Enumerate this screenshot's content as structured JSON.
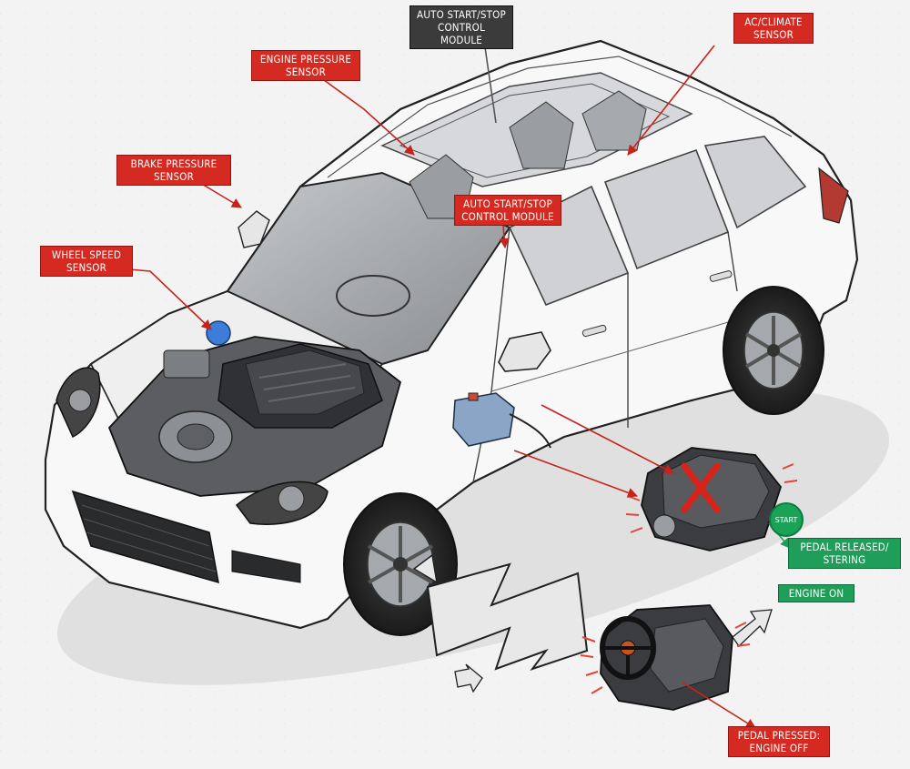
{
  "labels": {
    "auto_start_stop_top": [
      "AUTO START/STOP",
      "CONTROL MODULE"
    ],
    "ac_climate": [
      "AC/CLIMATE",
      "SENSOR"
    ],
    "engine_pressure": [
      "ENGINE PRESSURE",
      "SENSOR"
    ],
    "brake_pressure": [
      "BRAKE PRESSURE",
      "SENSOR"
    ],
    "wheel_speed": [
      "WHEEL SPEED",
      "SENSOR"
    ],
    "auto_start_stop_center": [
      "AUTO START/STOP",
      "CONTROL MODULE"
    ],
    "start_badge": "START",
    "pedal_released": [
      "PEDAL RELEASED/",
      "STERING"
    ],
    "engine_on": "ENGINE ON",
    "pedal_pressed": [
      "PEDAL PRESSED:",
      "ENGINE OFF"
    ]
  },
  "colors": {
    "sensor_red": "#d42a22",
    "module_dark": "#3b3b3b",
    "state_green": "#1f9e5a",
    "car_body": "#f7f7f7",
    "outline": "#222222"
  },
  "icons": [
    "engine-off-x-icon",
    "steering-wheel-icon",
    "flow-arrow-icon"
  ]
}
